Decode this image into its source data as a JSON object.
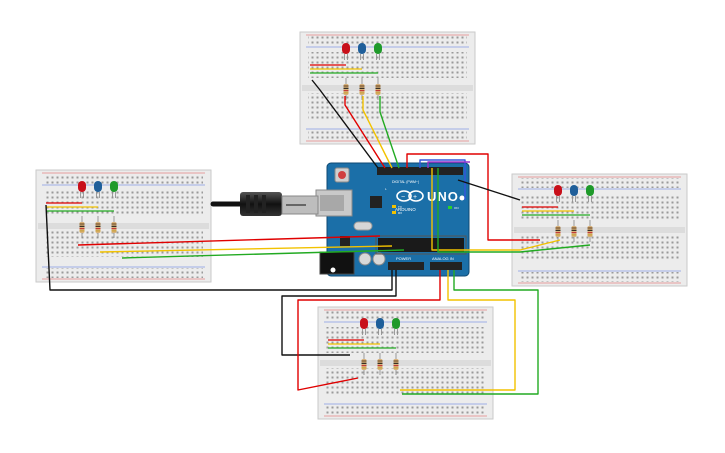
{
  "board": {
    "logo": "UNO",
    "brand": "ARDUINO",
    "header_digital": "DIGITAL (PWM~)",
    "header_power": "POWER",
    "header_analog": "ANALOG IN",
    "label_tx": "TX",
    "label_rx": "RX",
    "label_l": "L",
    "label_on": "ON"
  },
  "colors": {
    "wire_red": "#e00000",
    "wire_black": "#111111",
    "wire_yellow": "#f2c200",
    "wire_green": "#22aa22",
    "wire_blue": "#3355dd",
    "wire_purple": "#9933cc",
    "board_blue": "#1b6fa8",
    "led_red": "#c8101a",
    "led_blue": "#1f5f9a",
    "led_green": "#1f9a2a",
    "breadboard": "#ececec"
  },
  "breadboards": [
    {
      "name": "top",
      "leds": [
        "red",
        "blue",
        "green"
      ],
      "resistors": 3
    },
    {
      "name": "left",
      "leds": [
        "red",
        "blue",
        "green"
      ],
      "resistors": 3
    },
    {
      "name": "right",
      "leds": [
        "red",
        "blue",
        "green"
      ],
      "resistors": 3
    },
    {
      "name": "bottom",
      "leds": [
        "red",
        "blue",
        "green"
      ],
      "resistors": 3
    }
  ],
  "cable": {
    "type": "USB-B",
    "icon": "usb-cable-icon"
  }
}
